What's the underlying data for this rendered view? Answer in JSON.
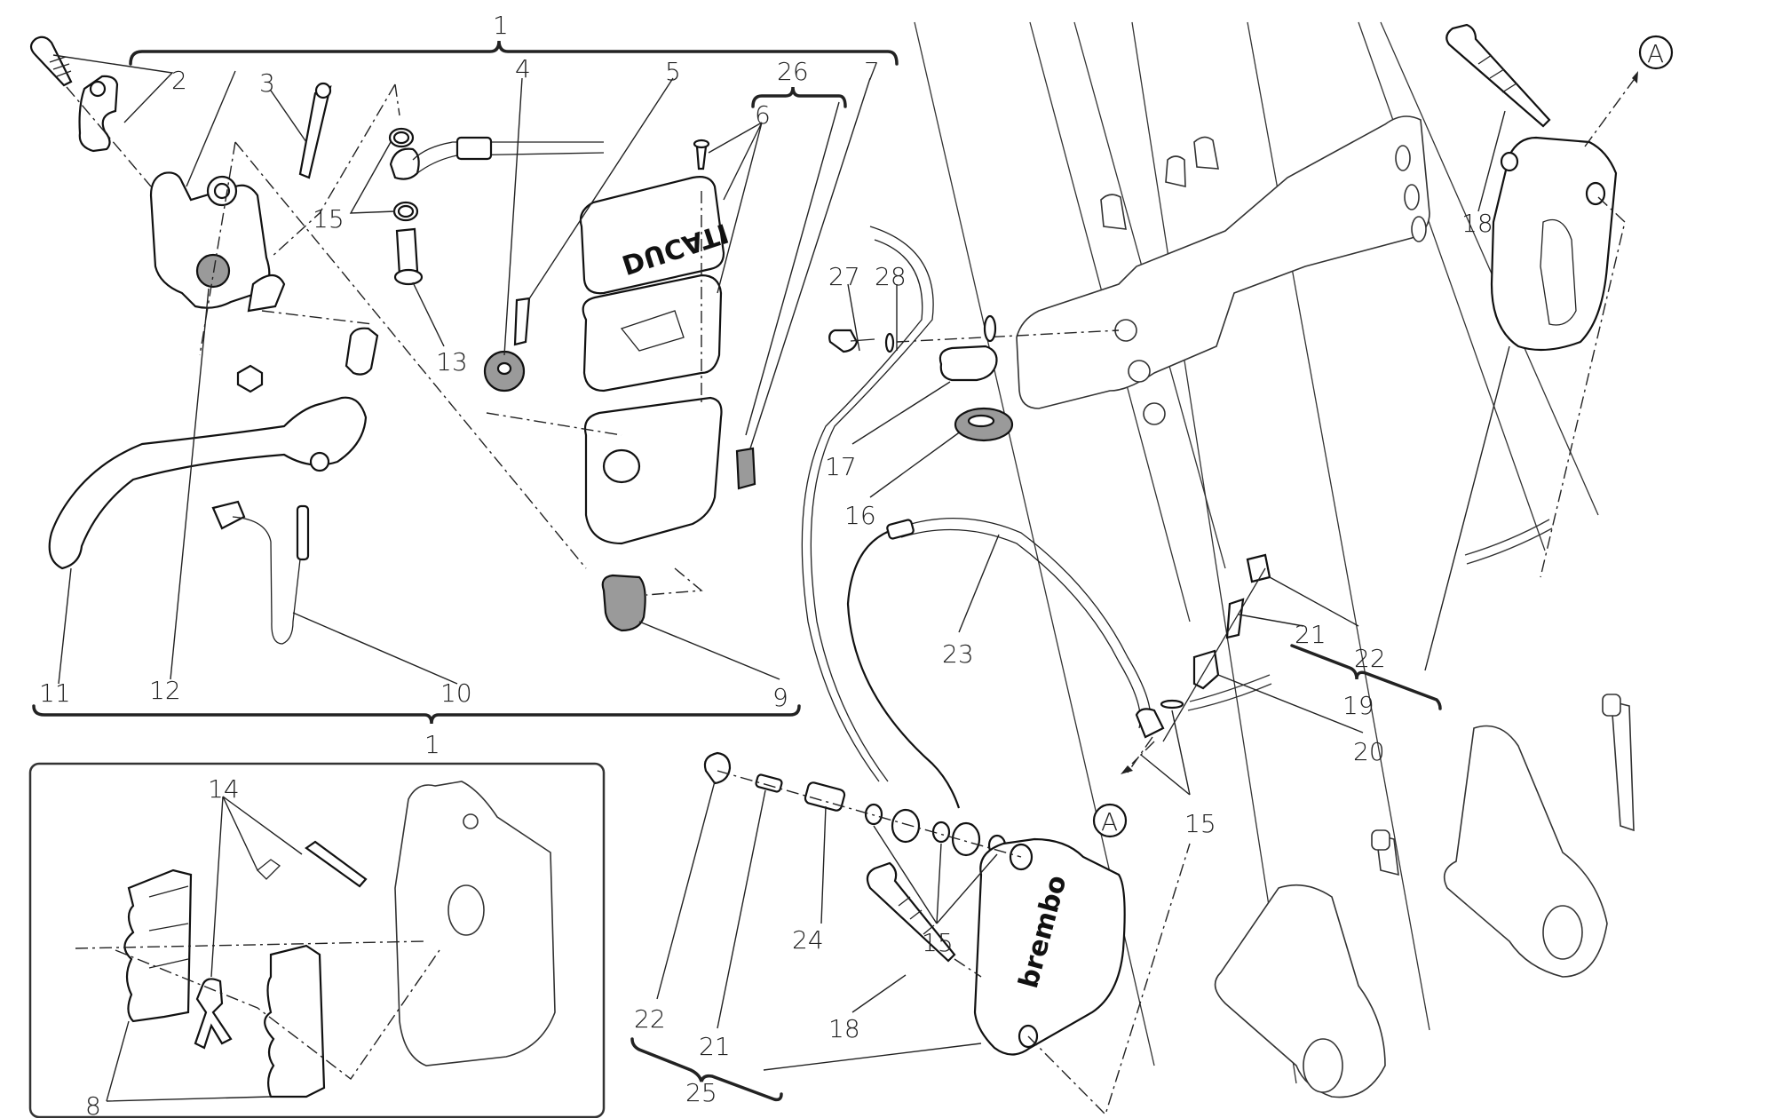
{
  "diagram": {
    "title_hint": "Front brake system exploded parts diagram",
    "brand_marks": {
      "reservoir_cap": "DUCATI",
      "caliper": "brembo"
    },
    "reference_markers": [
      {
        "id": "ref-a-top",
        "text": "A"
      },
      {
        "id": "ref-a-middle",
        "text": "A"
      }
    ],
    "groups": [
      {
        "id": "group-1-top",
        "label": "1"
      },
      {
        "id": "group-1-bottom",
        "label": "1"
      },
      {
        "id": "group-26",
        "label": "26"
      },
      {
        "id": "group-19",
        "label": "19"
      },
      {
        "id": "group-25",
        "label": "25"
      }
    ],
    "callouts": {
      "c2": "2",
      "c3": "3",
      "c4": "4",
      "c5": "5",
      "c6": "6",
      "c7": "7",
      "c8": "8",
      "c9": "9",
      "c10": "10",
      "c11": "11",
      "c12": "12",
      "c13": "13",
      "c14": "14",
      "c15a": "15",
      "c15b": "15",
      "c15c": "15",
      "c16": "16",
      "c17": "17",
      "c18a": "18",
      "c18b": "18",
      "c20": "20",
      "c21a": "21",
      "c21b": "21",
      "c22a": "22",
      "c22b": "22",
      "c23": "23",
      "c24": "24",
      "c27": "27",
      "c28": "28"
    }
  }
}
